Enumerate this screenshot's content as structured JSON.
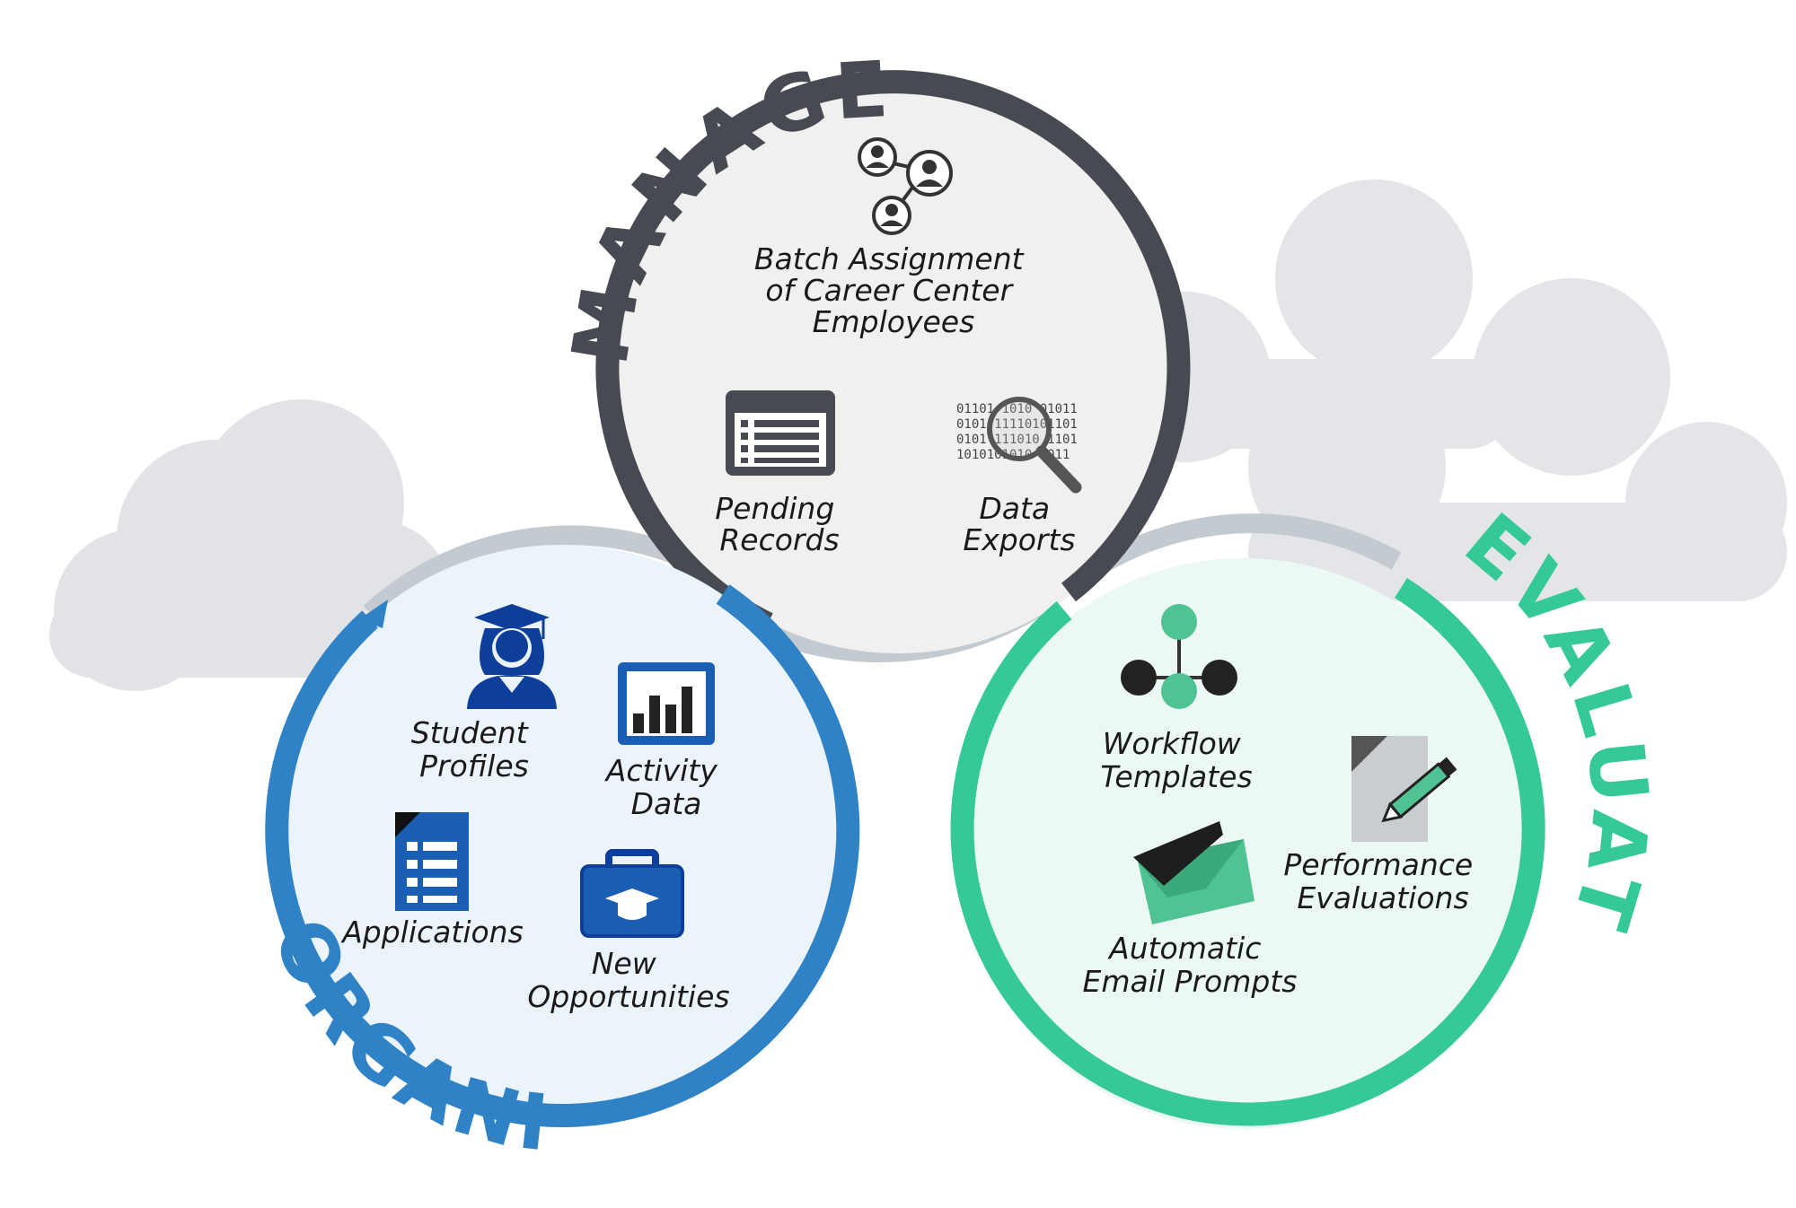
{
  "colors": {
    "manage": "#474a51",
    "organize": "#2f82c6",
    "evaluate": "#34c996",
    "cloud": "#dfe1e4",
    "connector": "#c4cbd0",
    "manage_fill": "#f0f0f0",
    "organize_fill": "#ebf3fb",
    "evaluate_fill": "#ebf8f3"
  },
  "sections": {
    "manage": {
      "title": "MANAGE",
      "items": {
        "batch": {
          "line1": "Batch Assignment",
          "line2": "of Career Center",
          "line3": "Employees",
          "icon": "people-network-icon"
        },
        "pending": {
          "line1": "Pending",
          "line2": "Records",
          "icon": "records-list-icon"
        },
        "exports": {
          "line1": "Data",
          "line2": "Exports",
          "icon": "binary-magnifier-icon"
        }
      }
    },
    "organize": {
      "title": "ORGANIZE",
      "items": {
        "profiles": {
          "line1": "Student",
          "line2": "Profiles",
          "icon": "graduate-icon"
        },
        "activity": {
          "line1": "Activity",
          "line2": "Data",
          "icon": "bar-chart-icon"
        },
        "applications": {
          "line1": "Applications",
          "icon": "application-form-icon"
        },
        "opportunities": {
          "line1": "New",
          "line2": "Opportunities",
          "icon": "briefcase-icon"
        }
      }
    },
    "evaluate": {
      "title": "EVALUATE",
      "items": {
        "workflow": {
          "line1": "Workflow",
          "line2": "Templates",
          "icon": "workflow-icon"
        },
        "performance": {
          "line1": "Performance",
          "line2": "Evaluations",
          "icon": "document-pencil-icon"
        },
        "email": {
          "line1": "Automatic",
          "line2": "Email Prompts",
          "icon": "envelope-icon"
        }
      }
    }
  },
  "binary": {
    "row1": "01101 1010 01011",
    "row2": "0101 11110101101",
    "row3": "0101 111010 1101",
    "row4": "1010101010 1011"
  }
}
